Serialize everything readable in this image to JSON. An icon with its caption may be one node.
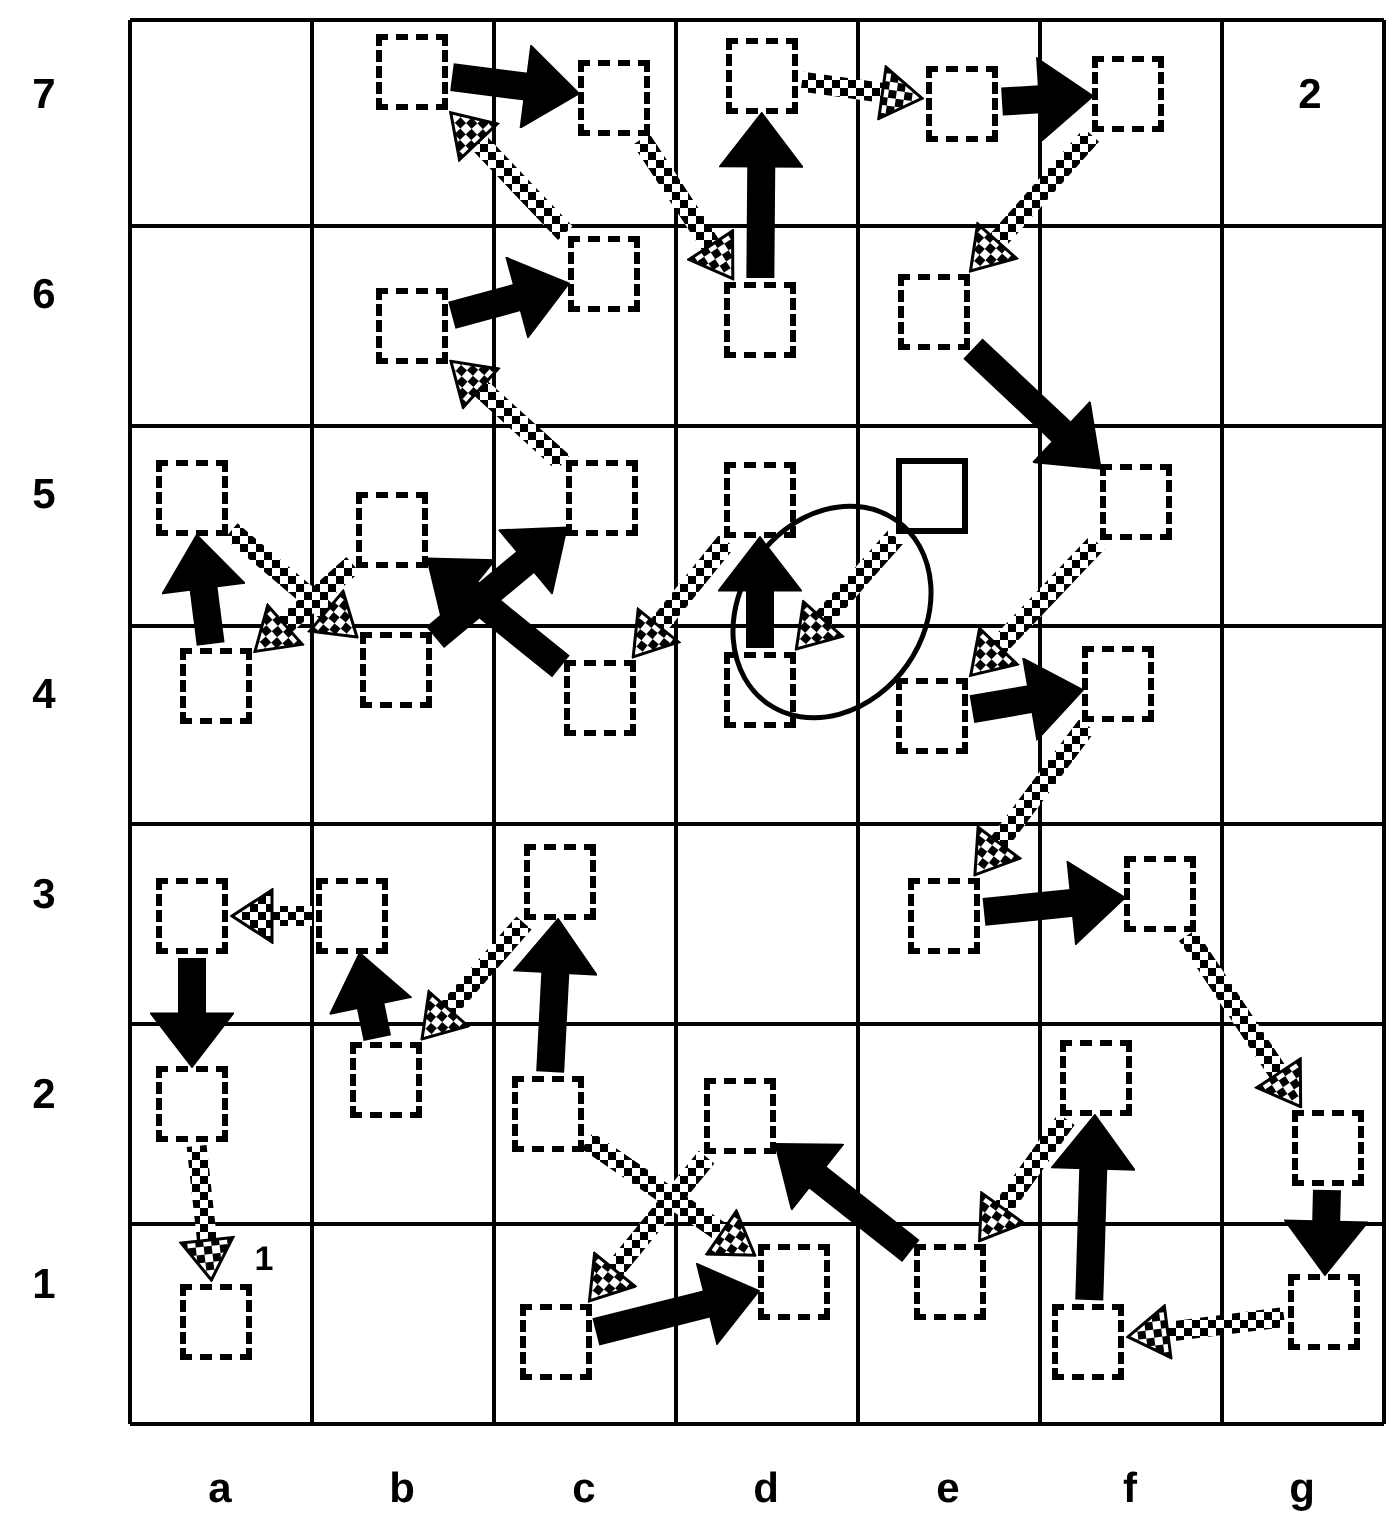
{
  "diagram": {
    "nodes": [
      {
        "text": [],
        "shape": "box"
      },
      {
        "text": [],
        "shape": "box"
      },
      {
        "text": [],
        "shape": "box"
      },
      {
        "text": [],
        "shape": "box"
      },
      {
        "text": [],
        "shape": "box"
      },
      {
        "text": [],
        "shape": "box"
      },
      {
        "text": [],
        "shape": "box"
      },
      {
        "text": [],
        "shape": "box"
      },
      {
        "text": [],
        "shape": "box"
      },
      {
        "text": [],
        "shape": "box"
      },
      {
        "text": [],
        "shape": "box"
      },
      {
        "text": [],
        "shape": "box"
      },
      {
        "text": [],
        "shape": "box"
      },
      {
        "text": [],
        "shape": "box"
      },
      {
        "text": [],
        "shape": "box"
      },
      {
        "text": [],
        "shape": "box"
      },
      {
        "text": [],
        "shape": "box"
      },
      {
        "text": [],
        "shape": "box"
      },
      {
        "text": [],
        "shape": "box"
      },
      {
        "text": [],
        "shape": "box"
      },
      {
        "text": [],
        "shape": "box"
      },
      {
        "text": [],
        "shape": "box"
      },
      {
        "text": [],
        "shape": "box"
      },
      {
        "text": [],
        "shape": "box"
      },
      {
        "text": [],
        "shape": "box"
      },
      {
        "text": [],
        "shape": "box"
      },
      {
        "text": [],
        "shape": "box"
      },
      {
        "text": [],
        "shape": "box"
      },
      {
        "text": [],
        "shape": "box"
      },
      {
        "text": [],
        "shape": "box"
      },
      {
        "text": [],
        "shape": "box"
      },
      {
        "text": [],
        "shape": "box"
      },
      {
        "text": [],
        "shape": "box"
      },
      {
        "text": [],
        "shape": "box"
      },
      {
        "text": [],
        "shape": "box"
      },
      {
        "text": [],
        "shape": "box"
      },
      {
        "text": [],
        "shape": "box"
      },
      {
        "text": [],
        "shape": "box"
      }
    ],
    "edges": [
      {
        "from": 0,
        "to": 1,
        "arrow": "to",
        "color": "#000000"
      },
      {
        "from": 6,
        "to": 0,
        "arrow": "to"
      },
      {
        "from": 1,
        "to": 7,
        "arrow": "to"
      },
      {
        "from": 5,
        "to": 6,
        "arrow": "to",
        "color": "#000000"
      },
      {
        "from": 11,
        "to": 5,
        "arrow": "to"
      },
      {
        "from": 7,
        "to": 2,
        "arrow": "to",
        "color": "#000000"
      },
      {
        "from": 2,
        "to": 3,
        "arrow": "to"
      },
      {
        "from": 3,
        "to": 4,
        "arrow": "to",
        "color": "#000000"
      },
      {
        "from": 4,
        "to": 8,
        "arrow": "to"
      },
      {
        "from": 8,
        "to": 14,
        "arrow": "to",
        "color": "#000000"
      },
      {
        "from": 15,
        "to": 9,
        "arrow": "to",
        "color": "#000000"
      },
      {
        "from": 9,
        "to": 16,
        "arrow": "to"
      },
      {
        "from": 10,
        "to": 15,
        "arrow": "to"
      },
      {
        "from": 16,
        "to": 11,
        "arrow": "to",
        "color": "#000000"
      },
      {
        "from": 17,
        "to": 10,
        "arrow": "to",
        "color": "#000000"
      },
      {
        "from": 12,
        "to": 17,
        "arrow": "to"
      },
      {
        "from": 18,
        "to": 12,
        "arrow": "to",
        "color": "#000000"
      },
      {
        "from": 13,
        "to": 18,
        "arrow": "to"
      },
      {
        "from": 14,
        "to": 19,
        "arrow": "to"
      },
      {
        "from": 19,
        "to": 20,
        "arrow": "to",
        "color": "#000000"
      },
      {
        "from": 20,
        "to": 24,
        "arrow": "to"
      },
      {
        "from": 24,
        "to": 25,
        "arrow": "to",
        "color": "#000000"
      },
      {
        "from": 25,
        "to": 31,
        "arrow": "to"
      },
      {
        "from": 31,
        "to": 37,
        "arrow": "to",
        "color": "#000000"
      },
      {
        "from": 37,
        "to": 36,
        "arrow": "to"
      },
      {
        "from": 36,
        "to": 30,
        "arrow": "to",
        "color": "#000000"
      },
      {
        "from": 30,
        "to": 35,
        "arrow": "to"
      },
      {
        "from": 35,
        "to": 29,
        "arrow": "to",
        "color": "#000000"
      },
      {
        "from": 28,
        "to": 34,
        "arrow": "to"
      },
      {
        "from": 29,
        "to": 33,
        "arrow": "to"
      },
      {
        "from": 33,
        "to": 34,
        "arrow": "to",
        "color": "#000000"
      },
      {
        "from": 28,
        "to": 23,
        "arrow": "to",
        "color": "#000000"
      },
      {
        "from": 27,
        "to": 22,
        "arrow": "to",
        "color": "#000000"
      },
      {
        "from": 23,
        "to": 27,
        "arrow": "to"
      },
      {
        "from": 22,
        "to": 21,
        "arrow": "to"
      },
      {
        "from": 21,
        "to": 26,
        "arrow": "to",
        "color": "#000000"
      },
      {
        "from": 26,
        "to": 32,
        "arrow": "to"
      }
    ],
    "labels": [
      "7",
      "2",
      "6",
      "5",
      "4",
      "3",
      "2",
      "1",
      "1",
      "a",
      "b",
      "c",
      "d",
      "e",
      "f",
      "g"
    ]
  }
}
